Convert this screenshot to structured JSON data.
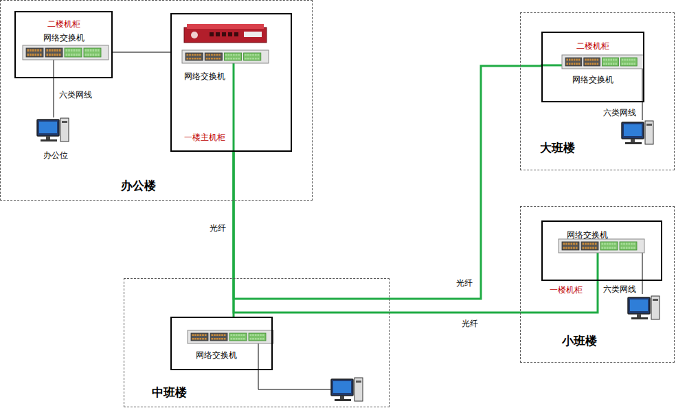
{
  "diagram": {
    "nodes": [
      {
        "text": [
          "办公楼"
        ]
      },
      {
        "text": [
          "二楼机柜",
          "网络交换机"
        ],
        "in": 0
      },
      {
        "text": [
          "网络交换机",
          "一楼主机柜"
        ],
        "in": 0
      },
      {
        "text": [
          "办公位"
        ],
        "in": 0
      },
      {
        "text": [
          "大班楼"
        ]
      },
      {
        "text": [
          "二楼机柜",
          "网络交换机"
        ],
        "in": 4
      },
      {
        "text": [
          "小班楼"
        ]
      },
      {
        "text": [
          "网络交换机",
          "一楼机柜"
        ],
        "in": 6
      },
      {
        "text": [
          "中班楼"
        ]
      },
      {
        "text": [
          "网络交换机"
        ],
        "in": 8
      }
    ],
    "edges": [
      {
        "from": 1,
        "to": 2,
        "arrow": "none"
      },
      {
        "from": 1,
        "to": 3,
        "arrow": "none",
        "label": "六类网线"
      },
      {
        "from": 2,
        "to": 9,
        "arrow": "none",
        "label": "光纤"
      },
      {
        "from": 2,
        "to": 5,
        "arrow": "none",
        "label": "光纤"
      },
      {
        "from": 2,
        "to": 7,
        "arrow": "none",
        "label": "光纤"
      }
    ],
    "labels": [
      "六类网线",
      "六类网线"
    ]
  }
}
